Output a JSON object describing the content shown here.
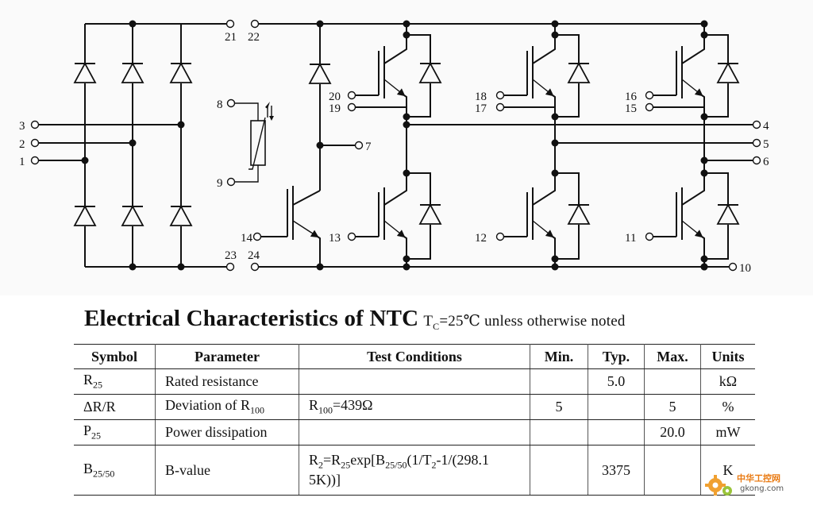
{
  "diagram": {
    "terminals": {
      "t1": "1",
      "t2": "2",
      "t3": "3",
      "t4": "4",
      "t5": "5",
      "t6": "6",
      "t7": "7",
      "t8": "8",
      "t9": "9",
      "t10": "10",
      "t11": "11",
      "t12": "12",
      "t13": "13",
      "t14": "14",
      "t15": "15",
      "t16": "16",
      "t17": "17",
      "t18": "18",
      "t19": "19",
      "t20": "20",
      "t21": "21",
      "t22": "22",
      "t23": "23",
      "t24": "24"
    }
  },
  "ntc": {
    "title": "Electrical Characteristics of NTC",
    "note_prefix": "T",
    "note_sub": "C",
    "note_suffix": "=25℃ unless otherwise noted",
    "headers": {
      "symbol": "Symbol",
      "parameter": "Parameter",
      "conditions": "Test Conditions",
      "min": "Min.",
      "typ": "Typ.",
      "max": "Max.",
      "units": "Units"
    },
    "rows": [
      {
        "sym": "R",
        "sym_sub": "25",
        "param": "Rated resistance",
        "param_sub": "",
        "cond": "",
        "min": "",
        "typ": "5.0",
        "max": "",
        "unit": "kΩ"
      },
      {
        "sym": "ΔR/R",
        "sym_sub": "",
        "param": "Deviation of R",
        "param_sub": "100",
        "cond": "",
        "min": "5",
        "typ": "",
        "max": "5",
        "unit": "%"
      },
      {
        "sym": "P",
        "sym_sub": "25",
        "param": "Power dissipation",
        "param_sub": "",
        "cond": "",
        "min": "",
        "typ": "",
        "max": "20.0",
        "unit": "mW"
      },
      {
        "sym": "B",
        "sym_sub": "25/50",
        "param": "B-value",
        "param_sub": "",
        "cond": "",
        "min": "",
        "typ": "3375",
        "max": "",
        "unit": "K"
      }
    ],
    "cond_row2": {
      "a": "R",
      "a_sub": "100",
      "b": "=439Ω"
    },
    "cond_row4": {
      "p1": "R",
      "s1": "2",
      "p2": "=R",
      "s2": "25",
      "p3": "exp[B",
      "s3": "25/50",
      "p4": "(1/T",
      "s4": "2",
      "p5": "-1/(298.1",
      "line2": "5K))]"
    }
  },
  "watermark": {
    "name": "中华工控网",
    "url": "gkong.com"
  }
}
